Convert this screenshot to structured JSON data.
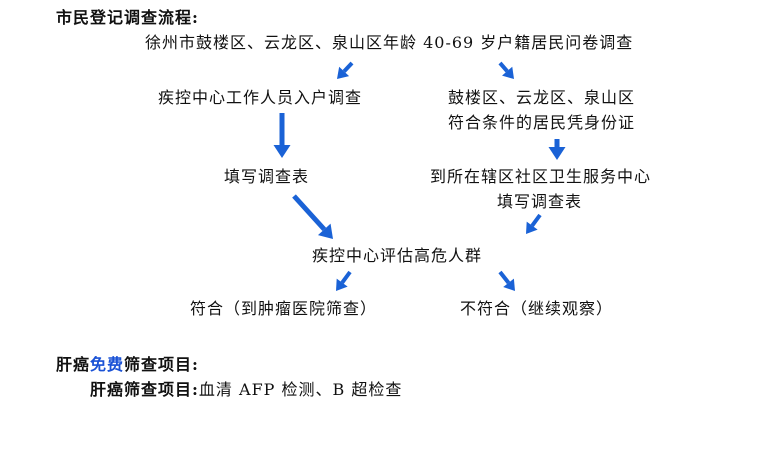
{
  "flow": {
    "heading": "市民登记调查流程:",
    "top": "徐州市鼓楼区、云龙区、泉山区年龄 40-69 岁户籍居民问卷调查",
    "left_step1": "疾控中心工作人员入户调查",
    "right_step1_line1": "鼓楼区、云龙区、泉山区",
    "right_step1_line2": "符合条件的居民凭身份证",
    "left_step2": "填写调查表",
    "right_step2_line1": "到所在辖区社区卫生服务中心",
    "right_step2_line2": "填写调查表",
    "assess": "疾控中心评估高危人群",
    "match": "符合（到肿瘤医院筛查）",
    "nomatch": "不符合（继续观察）"
  },
  "screening": {
    "heading_pre": "肝癌",
    "heading_free": "免费",
    "heading_post": "筛查项目:",
    "item_label": "肝癌筛查项目:",
    "item_value": "血清 AFP 检测、B 超检查"
  },
  "colors": {
    "arrow": "#1a62d6",
    "accent": "#1a52d6"
  }
}
